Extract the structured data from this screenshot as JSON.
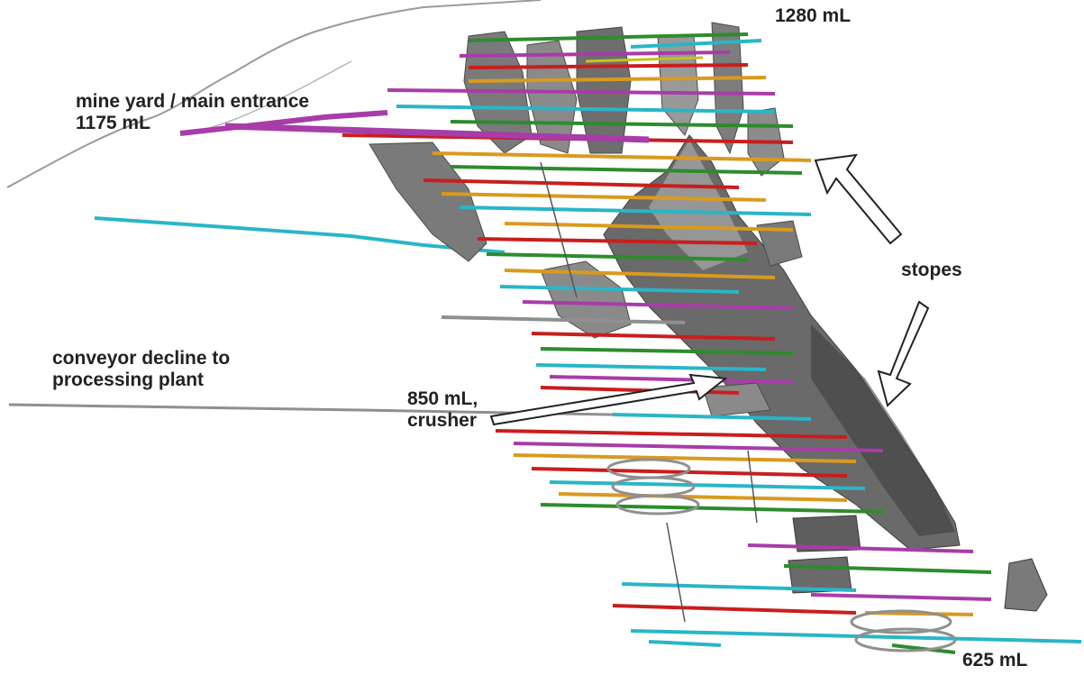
{
  "labels": {
    "level_1280": "1280 mL",
    "mine_yard_line1": "mine yard / main entrance",
    "mine_yard_line2": "1175 mL",
    "stopes": "stopes",
    "conveyor_line1": "conveyor decline to",
    "conveyor_line2": "processing plant",
    "crusher_line1": "850 mL,",
    "crusher_line2": "crusher",
    "level_625": "625 mL"
  },
  "colors": {
    "background": "#ffffff",
    "label_text": "#222222",
    "stope_fill": "#6e6e6e",
    "stope_light": "#a9a9a9",
    "stope_dark": "#3e3e3e",
    "surface_line": "#9a9a9a",
    "drift_cyan": "#2ab5c8",
    "drift_magenta": "#a83ca8",
    "drift_green": "#2e8b2e",
    "drift_orange": "#d99a1f",
    "drift_red": "#c81e1e",
    "drift_yellow": "#c8c01e",
    "ramp_gray": "#8f8f8f",
    "arrow_stroke": "#222222",
    "arrow_fill": "#ffffff"
  }
}
